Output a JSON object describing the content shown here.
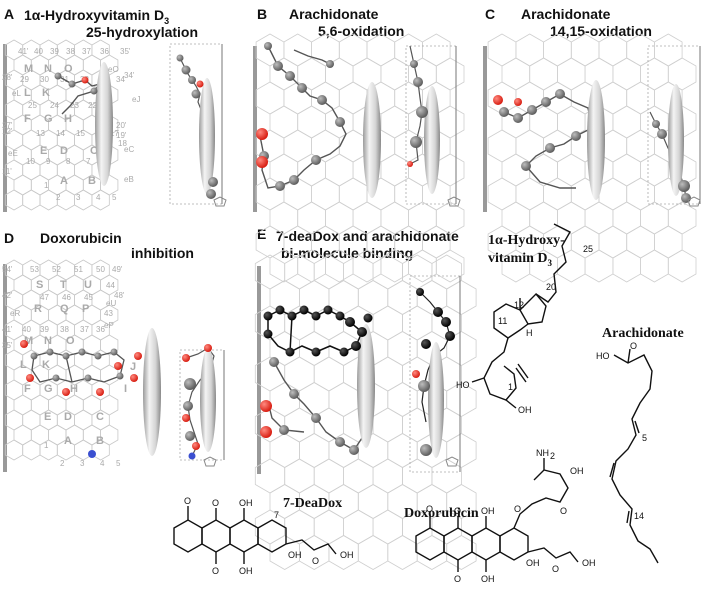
{
  "panels": {
    "a": {
      "letter": "A",
      "title_line1": "1α-Hydroxyvitamin D",
      "title_sub": "3",
      "title_line2": "25-hydroxylation"
    },
    "b": {
      "letter": "B",
      "title_line1": "Arachidonate",
      "title_line2": "5,6-oxidation"
    },
    "c": {
      "letter": "C",
      "title_line1": "Arachidonate",
      "title_line2": "14,15-oxidation"
    },
    "d": {
      "letter": "D",
      "title_line1": "Doxorubicin",
      "title_line2": "inhibition"
    },
    "e": {
      "letter": "E",
      "title_line1": "7-deaDox and arachidonate",
      "title_line2": "bi-molecule binding"
    }
  },
  "grid_labels": {
    "outer": [
      "41'",
      "40",
      "39",
      "38",
      "37",
      "36",
      "35'",
      "28'",
      "27'",
      "12'",
      "11'",
      "eE",
      "eL",
      "eJ",
      "eC",
      "eB",
      "eO",
      "34'",
      "20'",
      "19'"
    ],
    "letters": [
      "M",
      "N",
      "O",
      "L",
      "K",
      "J",
      "F",
      "G",
      "H",
      "I",
      "E",
      "D",
      "C",
      "A",
      "B"
    ],
    "numbers": [
      "29",
      "30",
      "31",
      "32",
      "33",
      "34",
      "25",
      "24",
      "23",
      "22",
      "21",
      "13",
      "14",
      "15",
      "16",
      "17",
      "18",
      "10",
      "9",
      "8",
      "7",
      "6",
      "1",
      "2",
      "3",
      "4",
      "5"
    ]
  },
  "grid_labels_d_top": {
    "outer": [
      "54'",
      "53",
      "52",
      "51",
      "50",
      "49'",
      "42'",
      "48'",
      "eR",
      "eU",
      "eP"
    ],
    "letters": [
      "S",
      "T",
      "U",
      "R",
      "Q",
      "P"
    ],
    "numbers": [
      "47",
      "46",
      "45",
      "44",
      "43"
    ]
  },
  "molecules": {
    "vitd": {
      "name_line1": "1α-Hydroxy-",
      "name_line2": "vitamin D",
      "name_sub": "3",
      "atoms": [
        "25",
        "20",
        "12",
        "11",
        "H",
        "HO",
        "1",
        "OH"
      ]
    },
    "arach": {
      "name": "Arachidonate",
      "atoms": [
        "HO",
        "O",
        "5",
        "14"
      ]
    },
    "deadox": {
      "name": "7-DeaDox",
      "atoms": [
        "O",
        "O",
        "OH",
        "O",
        "OH",
        "OH",
        "O",
        "OH",
        "7"
      ]
    },
    "doxo": {
      "name": "Doxorubicin",
      "atoms": [
        "NH",
        "2",
        "OH",
        "O",
        "O",
        "O",
        "O",
        "OH",
        "OH",
        "O",
        "OH",
        "O",
        "OH"
      ]
    }
  },
  "colors": {
    "grid": "#bbbbbb",
    "atom": "#777777",
    "oxygen": "#e8261b",
    "nitrogen": "#3a4fd0",
    "ligand": "#111111",
    "heme": "#cccccc"
  }
}
